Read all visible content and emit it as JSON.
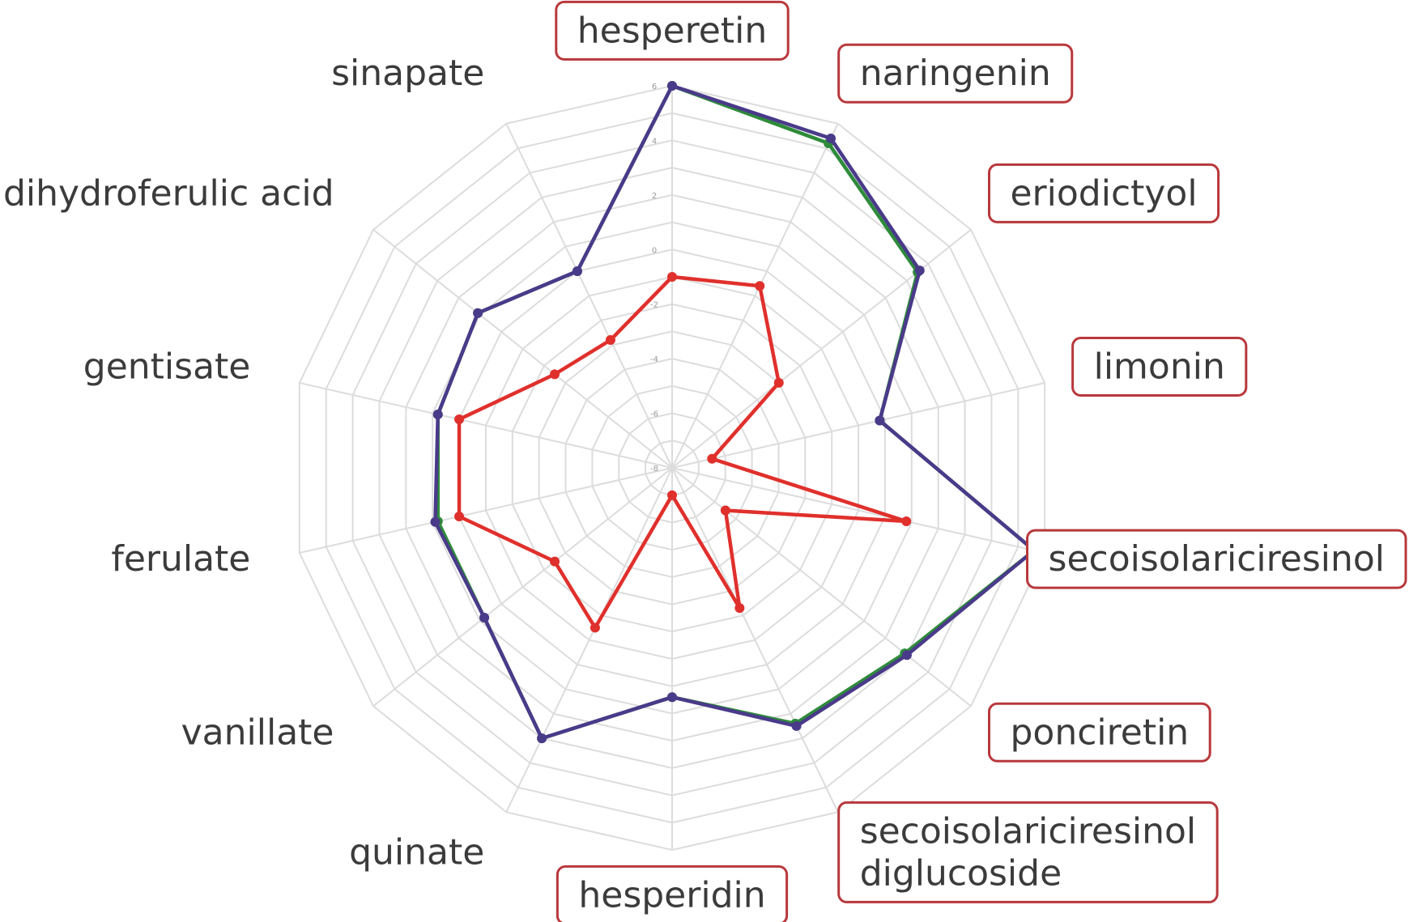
{
  "chart_data": {
    "type": "radar",
    "title": "",
    "rlim": [
      -8,
      6
    ],
    "r_ticks": [
      "6",
      "4",
      "2",
      "0",
      "-2",
      "-4",
      "-6",
      "-8"
    ],
    "categories": [
      "hesperetin",
      "naringenin",
      "eriodictyol",
      "limonin",
      "secoisolariciresinol",
      "ponciretin",
      "secoisolariciresinol diglucoside",
      "hesperidin",
      "quinate",
      "vanillate",
      "ferulate",
      "gentisate",
      "dihydroferulic acid",
      "sinapate"
    ],
    "boxed_categories": [
      "hesperetin",
      "naringenin",
      "eriodictyol",
      "limonin",
      "secoisolariciresinol",
      "ponciretin",
      "secoisolariciresinol diglucoside",
      "hesperidin"
    ],
    "grid": true,
    "legend": "none",
    "series": [
      {
        "color": "#2e8b3a",
        "values": [
          6.0,
          5.2,
          3.5,
          -0.2,
          5.6,
          2.9,
          2.4,
          0.4,
          3.0,
          0.8,
          0.8,
          0.8,
          1.1,
          0.0
        ]
      },
      {
        "color": "#4a3a8a",
        "values": [
          6.0,
          5.4,
          3.6,
          -0.2,
          5.6,
          3.0,
          2.5,
          0.4,
          3.0,
          0.8,
          0.9,
          0.8,
          1.1,
          0.0
        ]
      },
      {
        "color": "#e0302c",
        "values": [
          -1.0,
          -0.6,
          -3.0,
          -6.5,
          0.8,
          -5.5,
          -2.3,
          -7.0,
          -1.5,
          -2.5,
          0.0,
          0.0,
          -2.5,
          -2.8
        ]
      }
    ]
  }
}
